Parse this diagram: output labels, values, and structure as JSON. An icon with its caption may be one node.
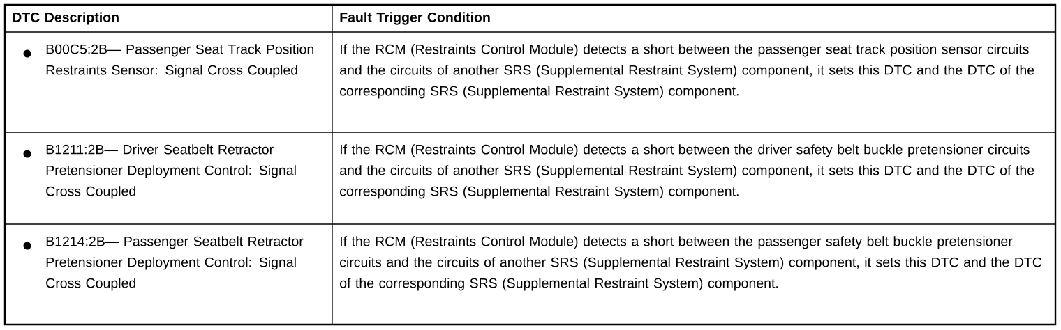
{
  "diagram": {
    "labels": [
      "DTC Description",
      "Fault Trigger Condition",
      "B00C5:2B— Passenger Seat Track Position Restraints Sensor: Signal Cross Coupled",
      "If the RCM (Restraints Control Module) detects a short between the passenger seat track position sensor circuits and the circuits of another SRS (Supplemental Restraint System) component, it sets this DTC and the DTC of the corresponding SRS (Supplemental Restraint System) component.",
      "B1211:2B— Driver Seatbelt Retractor Pretensioner Deployment Control: Signal Cross Coupled",
      "If the RCM (Restraints Control Module) detects a short between the driver safety belt buckle pretensioner circuits and the circuits of another SRS (Supplemental Restraint System) component, it sets this DTC and the DTC of the corresponding SRS (Supplemental Restraint System) component.",
      "B1214:2B— Passenger Seatbelt Retractor Pretensioner Deployment Control: Signal Cross Coupled",
      "If the RCM (Restraints Control Module) detects a short between the passenger safety belt buckle pretensioner circuits and the circuits of another SRS (Supplemental Restraint System) component, it sets this DTC and the DTC of the corresponding SRS (Supplemental Restraint System) component."
    ]
  }
}
